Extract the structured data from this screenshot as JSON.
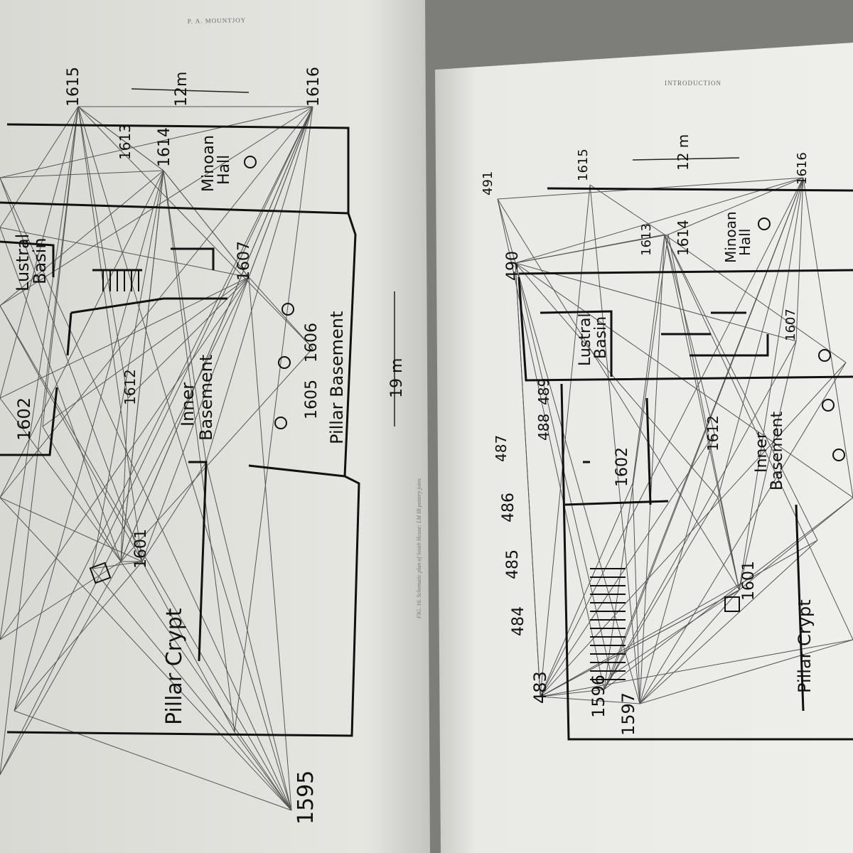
{
  "left_page": {
    "running_head": "P. A. MOUNTJOY",
    "scale_top": "12m",
    "scale_side": "19 m",
    "caption": "FIG. 16. Schematic plan of South House: LM IB pottery joins",
    "labels": {
      "n1615": "1615",
      "n1616": "1616",
      "n1613": "1613",
      "n1614": "1614",
      "minoan": "Minoan",
      "hall": "Hall",
      "lustral": "Lustral",
      "basin": "Basin",
      "n1607": "1607",
      "n1606": "1606",
      "n1605": "1605",
      "pillar_basement": "Pillar Basement",
      "inner": "Inner",
      "basement": "Basement",
      "n1612": "1612",
      "n1602": "1602",
      "n1601": "1601",
      "pillar_crypt": "Pillar Crypt",
      "n1595": "1595"
    }
  },
  "right_page": {
    "running_head": "INTRODUCTION",
    "scale_top": "12 m",
    "labels": {
      "n491": "491",
      "n1615": "1615",
      "n1616": "1616",
      "n490": "490",
      "n1613": "1613",
      "n1614": "1614",
      "minoan": "Minoan",
      "hall": "Hall",
      "lustral": "Lustral",
      "basin": "Basin",
      "n1607": "1607",
      "n1612": "1612",
      "inner": "Inner",
      "basement": "Basement",
      "n489": "489",
      "n488": "488",
      "n487": "487",
      "n486": "486",
      "n485": "485",
      "n484": "484",
      "n483": "483",
      "n1602": "1602",
      "n1601": "1601",
      "n1596": "1596",
      "n1597": "1597",
      "pillar_crypt": "Pillar Crypt"
    }
  },
  "colors": {
    "paper": "#ecebe6",
    "ink": "#111111",
    "join_lines": "#555555"
  }
}
